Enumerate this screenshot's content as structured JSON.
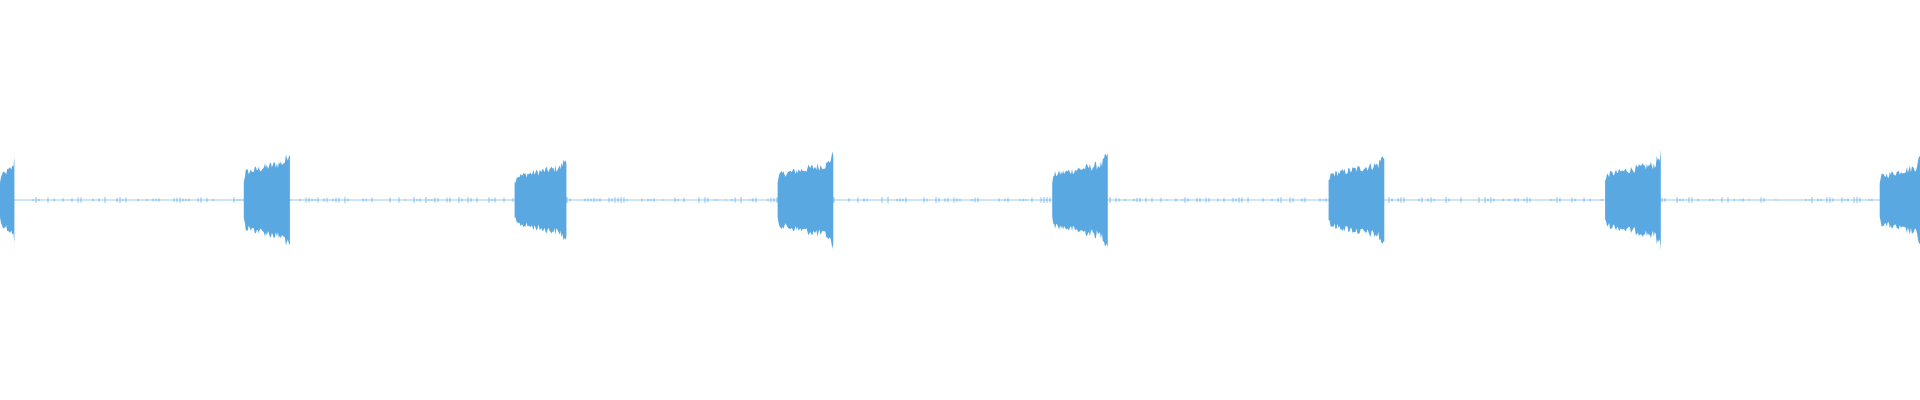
{
  "waveform": {
    "color": "#5aa8e2",
    "background": "#ffffff",
    "bursts": [
      {
        "t": 0.0,
        "dur": 0.0075,
        "amp": 0.12
      },
      {
        "t": 0.127,
        "dur": 0.024,
        "amp": 0.14
      },
      {
        "t": 0.268,
        "dur": 0.027,
        "amp": 0.12
      },
      {
        "t": 0.405,
        "dur": 0.029,
        "amp": 0.13
      },
      {
        "t": 0.548,
        "dur": 0.029,
        "amp": 0.13
      },
      {
        "t": 0.692,
        "dur": 0.029,
        "amp": 0.13
      },
      {
        "t": 0.836,
        "dur": 0.029,
        "amp": 0.13
      },
      {
        "t": 0.979,
        "dur": 0.021,
        "amp": 0.12
      }
    ],
    "noise_level": 0.006
  }
}
